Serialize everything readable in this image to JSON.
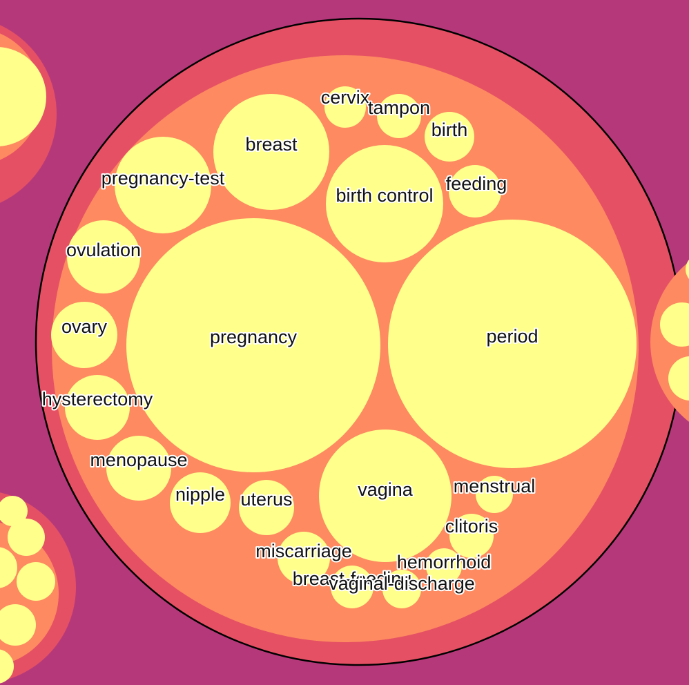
{
  "colors": {
    "background": "#b5397a",
    "outer_ring": "#e55064",
    "inner_ring": "#fd8a60",
    "leaf": "#ffff8c",
    "focus_stroke": "#000000",
    "label_text": "#111111",
    "label_halo": "#ffffff"
  },
  "focused_group": {
    "leaves": [
      {
        "label": "cervix"
      },
      {
        "label": "tampon"
      },
      {
        "label": "birth"
      },
      {
        "label": "breast"
      },
      {
        "label": "pregnancy-test"
      },
      {
        "label": "birth control"
      },
      {
        "label": "feeding"
      },
      {
        "label": "ovulation"
      },
      {
        "label": "ovary"
      },
      {
        "label": "pregnancy"
      },
      {
        "label": "period"
      },
      {
        "label": "hysterectomy"
      },
      {
        "label": "menopause"
      },
      {
        "label": "nipple"
      },
      {
        "label": "uterus"
      },
      {
        "label": "vagina"
      },
      {
        "label": "menstrual"
      },
      {
        "label": "clitoris"
      },
      {
        "label": "miscarriage"
      },
      {
        "label": "hemorrhoid"
      },
      {
        "label": "breast-feeding"
      },
      {
        "label": "vaginal-discharge"
      }
    ]
  }
}
